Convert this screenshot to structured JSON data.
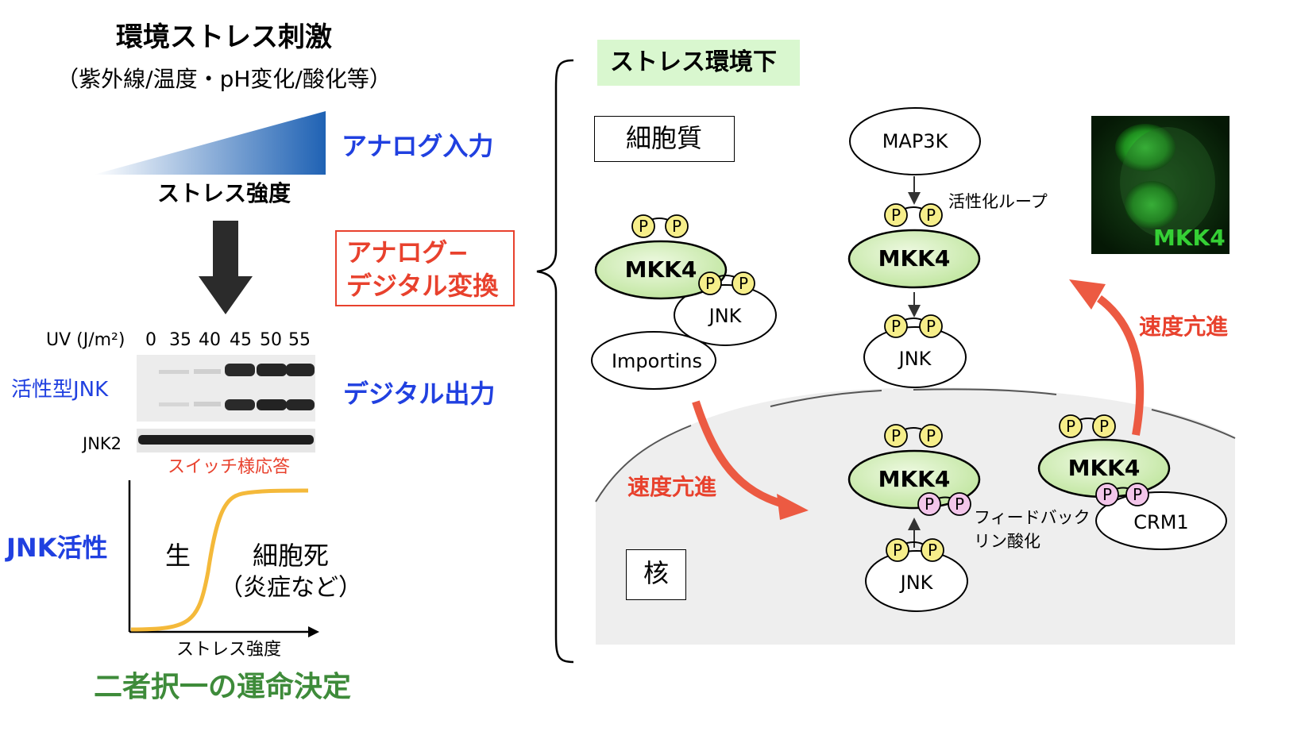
{
  "left": {
    "title": "環境ストレス刺激",
    "subtitle": "（紫外線/温度・pH変化/酸化等）",
    "analog_input": "アナログ入力",
    "stress_intensity": "ストレス強度",
    "conversion_line1": "アナログ−",
    "conversion_line2": "デジタル変換",
    "blot": {
      "uv_label": "UV (J/m²)",
      "doses": [
        "0",
        "35",
        "40",
        "45",
        "50",
        "55"
      ],
      "active_jnk": "活性型JNK",
      "jnk2": "JNK2",
      "switch_response": "スイッチ様応答"
    },
    "digital_output": "デジタル出力",
    "curve": {
      "ylabel": "JNK活性",
      "xlabel": "ストレス強度",
      "life": "生",
      "death_line1": "細胞死",
      "death_line2": "（炎症など）"
    },
    "fate": "二者択一の運命決定"
  },
  "right": {
    "stress_env": "ストレス環境下",
    "cytoplasm": "細胞質",
    "nucleus": "核",
    "map3k": "MAP3K",
    "activation_loop": "活性化ループ",
    "mkk4": "MKK4",
    "jnk": "JNK",
    "importins": "Importins",
    "crm1": "CRM1",
    "phospho": "P",
    "speed_up": "速度亢進",
    "feedback_line1": "フィードバック",
    "feedback_line2": "リン酸化",
    "micrograph_label": "MKK4"
  },
  "colors": {
    "blue_text": "#2040e0",
    "red_text": "#e8412d",
    "green_text": "#3e8b3a",
    "mkk4_fill": "#cdeeb0",
    "phospho_yellow": "#f6ee8a",
    "phospho_pink": "#f3c6ea",
    "stress_env_bg": "#d9f7cf",
    "nucleus_bg": "#eeeeee"
  }
}
